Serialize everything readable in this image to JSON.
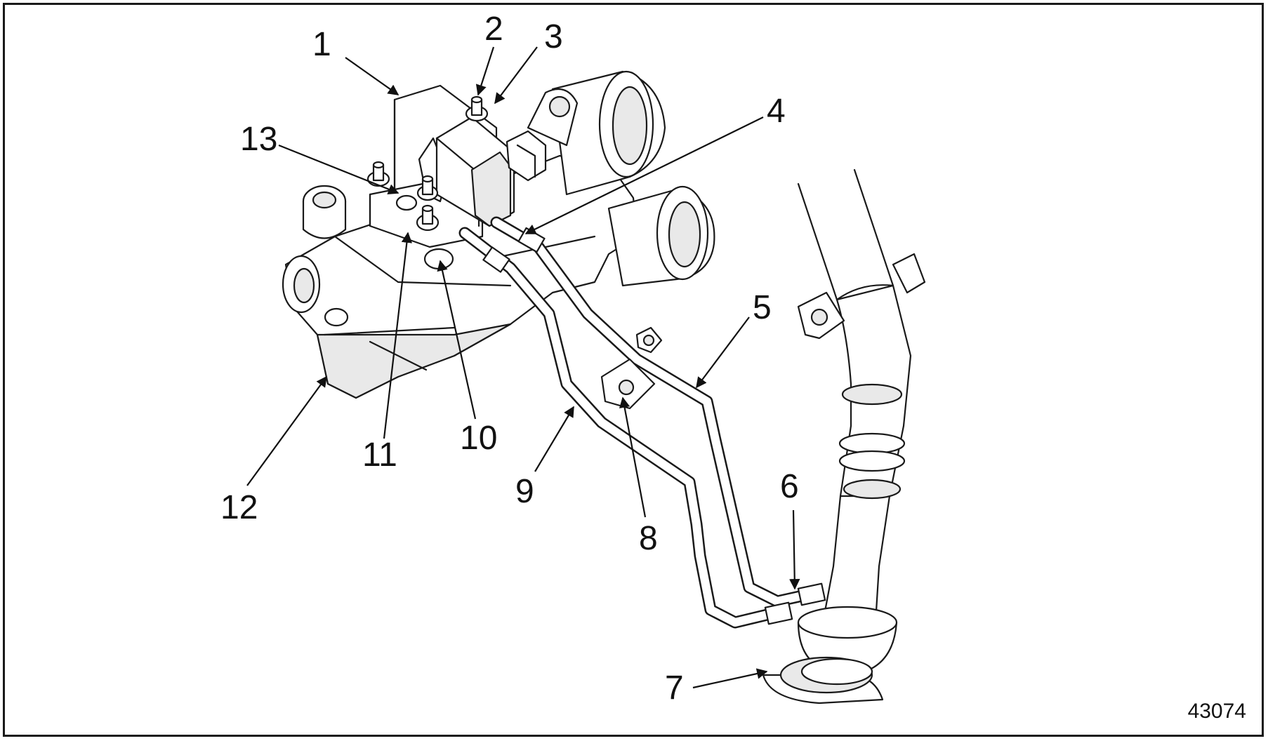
{
  "figure": {
    "id_label": "43074",
    "callouts": [
      {
        "key": "c1",
        "label": "1"
      },
      {
        "key": "c2",
        "label": "2"
      },
      {
        "key": "c3",
        "label": "3"
      },
      {
        "key": "c4",
        "label": "4"
      },
      {
        "key": "c5",
        "label": "5"
      },
      {
        "key": "c6",
        "label": "6"
      },
      {
        "key": "c7",
        "label": "7"
      },
      {
        "key": "c8",
        "label": "8"
      },
      {
        "key": "c9",
        "label": "9"
      },
      {
        "key": "c10",
        "label": "10"
      },
      {
        "key": "c11",
        "label": "11"
      },
      {
        "key": "c12",
        "label": "12"
      },
      {
        "key": "c13",
        "label": "13"
      }
    ]
  }
}
